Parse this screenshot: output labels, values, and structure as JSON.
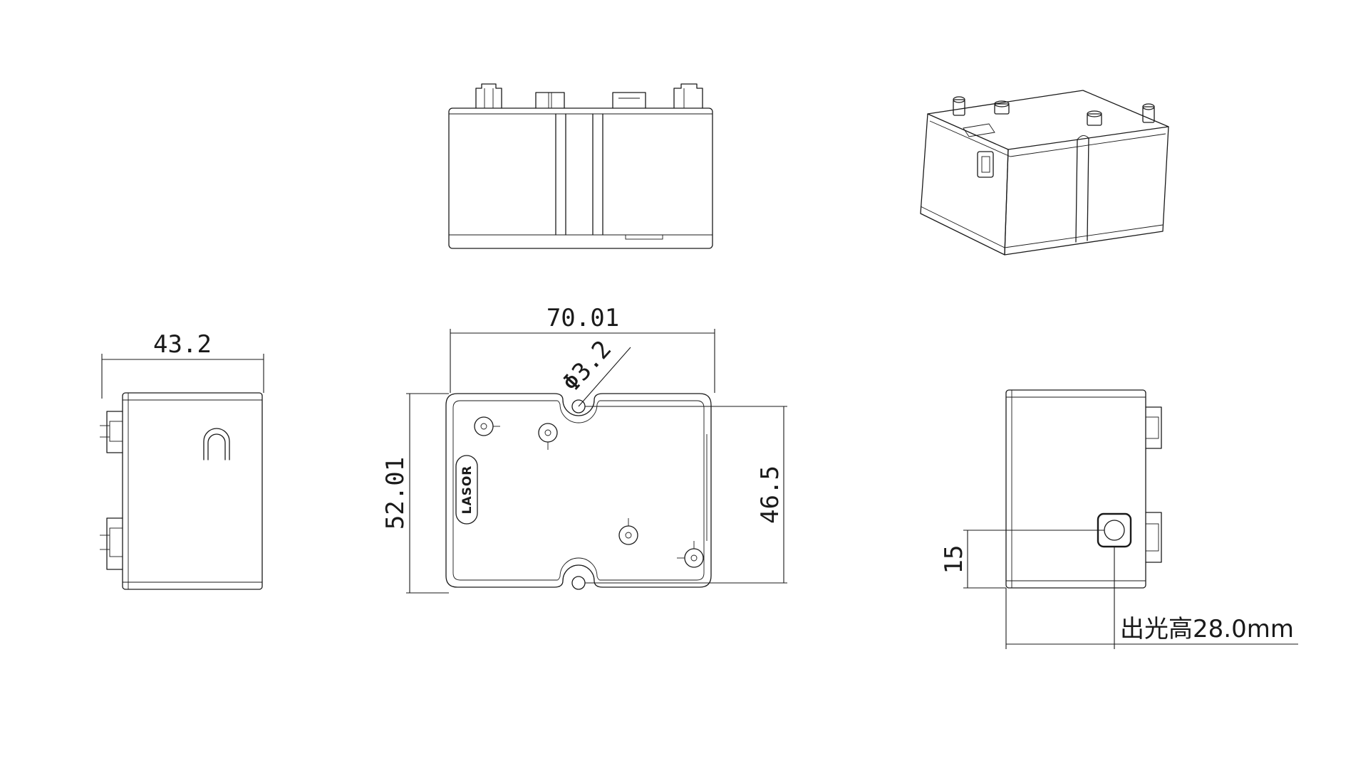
{
  "drawing": {
    "brand_label": "LASOR",
    "dimensions": {
      "top_width": "70.01",
      "hole_diameter": "Φ3.2",
      "height": "52.01",
      "hole_pitch": "46.5",
      "side_depth": "43.2",
      "beam_height": "15",
      "beam_note": "出光高28.0mm"
    }
  }
}
